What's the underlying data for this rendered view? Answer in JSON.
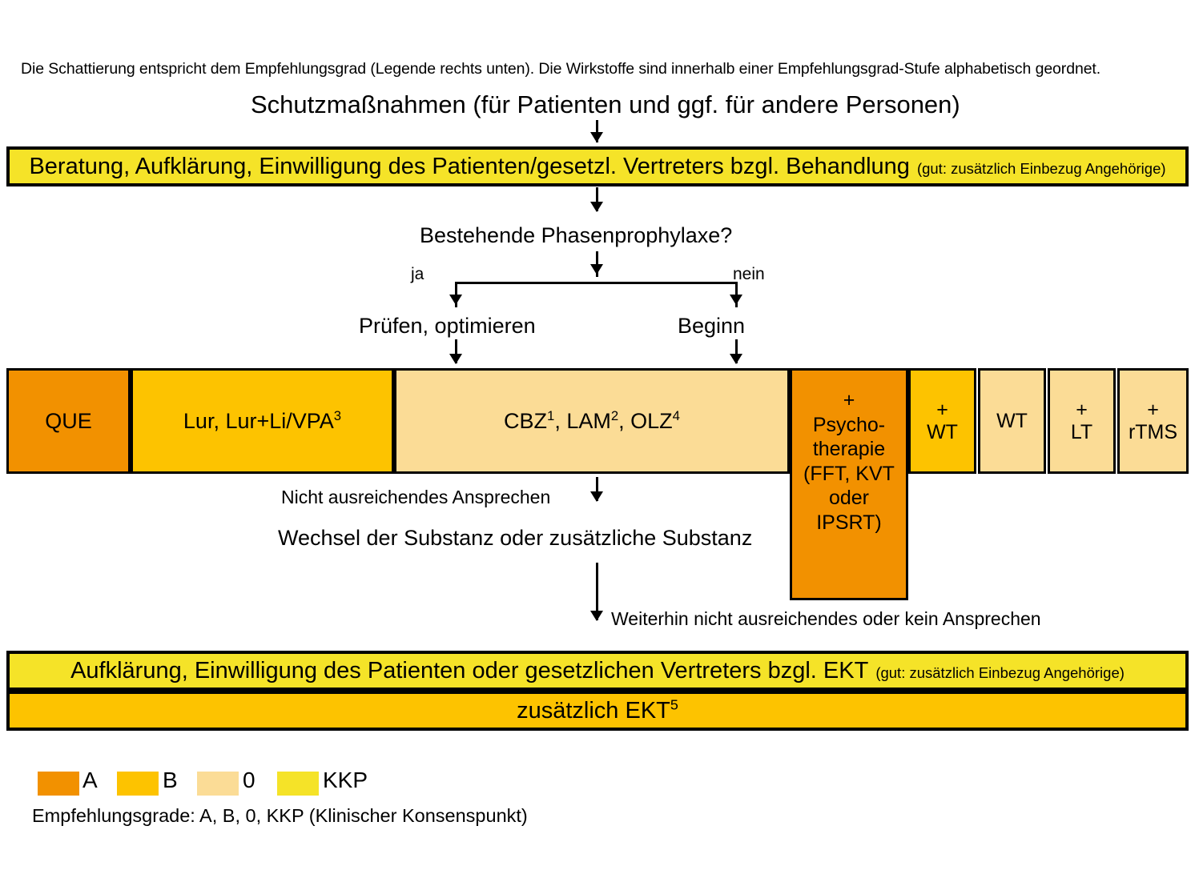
{
  "intro": {
    "note": "Die Schattierung entspricht dem Empfehlungsgrad (Legende rechts unten). Die Wirkstoffe sind innerhalb einer Empfehlungsgrad-Stufe alphabetisch geordnet."
  },
  "flow": {
    "title": "Schutzmaßnahmen (für Patienten und ggf. für andere Personen)",
    "consent_bar": {
      "main": "Beratung, Aufklärung, Einwilligung des Patienten/gesetzl. Vertreters bzgl. Behandlung",
      "sub": "(gut: zusätzlich Einbezug Angehörige)",
      "grade": "KKP"
    },
    "decision": "Bestehende Phasenprophylaxe?",
    "branch_yes_label": "ja",
    "branch_no_label": "nein",
    "branch_yes_action": "Prüfen, optimieren",
    "branch_no_action": "Beginn",
    "insufficient_response": "Nicht ausreichendes Ansprechen",
    "switch_or_add": "Wechsel der Substanz oder zusätzliche Substanz",
    "still_insufficient": "Weiterhin nicht ausreichendes oder kein Ansprechen",
    "ekt_consent_bar": {
      "main": "Aufklärung, Einwilligung des Patienten oder gesetzlichen Vertreters bzgl. EKT",
      "sub": "(gut: zusätzlich Einbezug Angehörige)",
      "grade": "KKP"
    },
    "ekt_bar": {
      "main": "zusätzlich EKT",
      "footnote": "5",
      "grade": "B"
    }
  },
  "medication_row": [
    {
      "label": "QUE",
      "footnote": "",
      "grade": "A",
      "color": "#F29100"
    },
    {
      "label": "Lur, Lur+Li/VPA",
      "footnote": "3",
      "grade": "B",
      "color": "#FDC300"
    },
    {
      "label": "CBZ¹, LAM², OLZ",
      "footnote": "4",
      "grade": "0",
      "color": "#FBDC96"
    },
    {
      "label": "+ Psychotherapie (FFT, KVT oder IPSRT)",
      "footnote": "",
      "grade": "A",
      "color": "#F29100"
    },
    {
      "label": "+ WT",
      "footnote": "",
      "grade": "B",
      "color": "#FDC300"
    },
    {
      "label": "WT",
      "footnote": "",
      "grade": "0",
      "color": "#FBDC96"
    },
    {
      "label": "+ LT",
      "footnote": "",
      "grade": "0",
      "color": "#FBDC96"
    },
    {
      "label": "+ rTMS",
      "footnote": "",
      "grade": "0",
      "color": "#FBDC96"
    }
  ],
  "med_text": {
    "que": "QUE",
    "lur": "Lur, Lur+Li/VPA",
    "lur_sup": "3",
    "cbz_a": "CBZ",
    "cbz_sup": "1",
    "lam_a": ", LAM",
    "lam_sup": "2",
    "olz_a": ", OLZ",
    "olz_sup": "4",
    "psy_plus": "+",
    "psy_l1": "Psycho-",
    "psy_l2": "therapie",
    "psy_l3": "(FFT, KVT",
    "psy_l4": "oder",
    "psy_l5": "IPSRT)",
    "wt_plus": "+",
    "wt": "WT",
    "wt2": "WT",
    "lt_plus": "+",
    "lt": "LT",
    "rtms_plus": "+",
    "rtms": "rTMS"
  },
  "legend": {
    "items": [
      {
        "label": "A",
        "color": "#F29100"
      },
      {
        "label": "B",
        "color": "#FDC300"
      },
      {
        "label": "0",
        "color": "#FBDC96"
      },
      {
        "label": "KKP",
        "color": "#F5E328"
      }
    ],
    "caption": "Empfehlungsgrade: A, B, 0, KKP (Klinischer Konsenspunkt)"
  }
}
